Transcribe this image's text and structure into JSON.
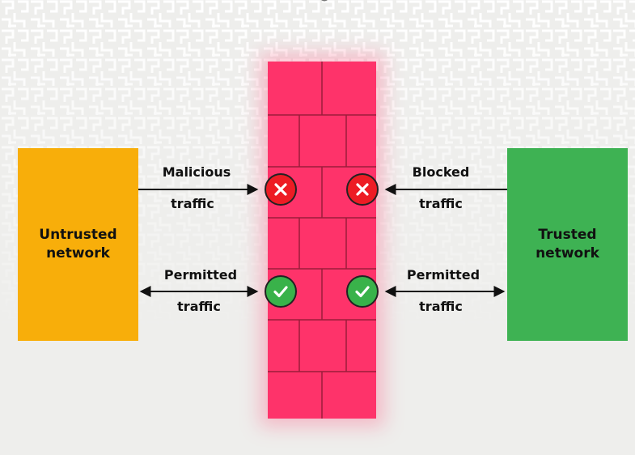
{
  "nodes": {
    "untrusted": {
      "line1": "Untrusted",
      "line2": "network",
      "color": "#f8ae0a"
    },
    "trusted": {
      "line1": "Trusted",
      "line2": "network",
      "color": "#3eb253"
    },
    "firewall": {
      "color": "#fe336a",
      "mortar": "#9b1c3a"
    }
  },
  "edges": {
    "malicious": {
      "line1": "Malicious",
      "line2": "traffic",
      "result": "blocked",
      "icon": "x-icon"
    },
    "blocked": {
      "line1": "Blocked",
      "line2": "traffic",
      "result": "blocked",
      "icon": "x-icon"
    },
    "permitted_left": {
      "line1": "Permitted",
      "line2": "traffic",
      "result": "allowed",
      "icon": "check-icon"
    },
    "permitted_right": {
      "line1": "Permitted",
      "line2": "traffic",
      "result": "allowed",
      "icon": "check-icon"
    }
  },
  "colors": {
    "background": "#eeeeec",
    "blocked": "#ed1c24",
    "allowed": "#39b24a",
    "arrow": "#111111"
  }
}
